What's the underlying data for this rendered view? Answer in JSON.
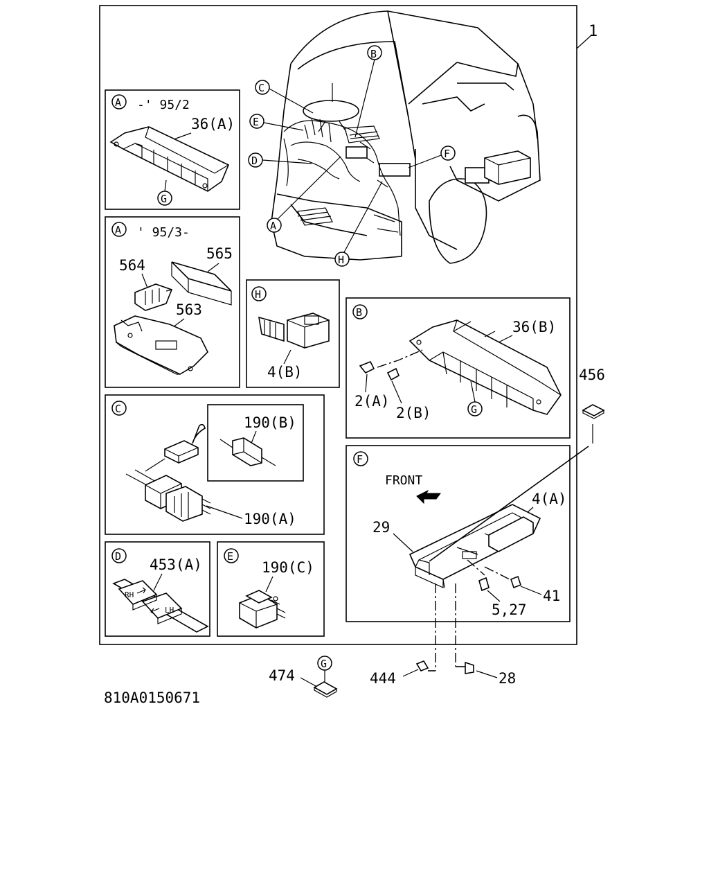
{
  "figure_code": "810A0150671",
  "main_part_number": "1",
  "overview": {
    "callouts": [
      "B",
      "C",
      "E",
      "D",
      "F",
      "A",
      "H"
    ]
  },
  "panels": {
    "a_early": {
      "letter": "A",
      "period": "-' 95/2",
      "part": "36(A)",
      "sub_letter": "G"
    },
    "a_late": {
      "letter": "A",
      "period": "' 95/3-",
      "parts": {
        "p564": "564",
        "p565": "565",
        "p563": "563"
      }
    },
    "h": {
      "letter": "H",
      "part": "4(B)"
    },
    "b": {
      "letter": "B",
      "part_main": "36(B)",
      "part_2a": "2(A)",
      "part_2b": "2(B)",
      "sub_letter": "G"
    },
    "c": {
      "letter": "C",
      "part_inset": "190(B)",
      "part_main": "190(A)"
    },
    "d": {
      "letter": "D",
      "part": "453(A)",
      "rh": "RH",
      "lh": "LH"
    },
    "e": {
      "letter": "E",
      "part": "190(C)"
    },
    "f": {
      "letter": "F",
      "front": "FRONT",
      "part_4a": "4(A)",
      "part_29": "29",
      "part_41": "41",
      "part_527": "5,27"
    }
  },
  "outside": {
    "p456": "456",
    "p474": "474",
    "g_letter": "G",
    "p444": "444",
    "p28": "28"
  }
}
